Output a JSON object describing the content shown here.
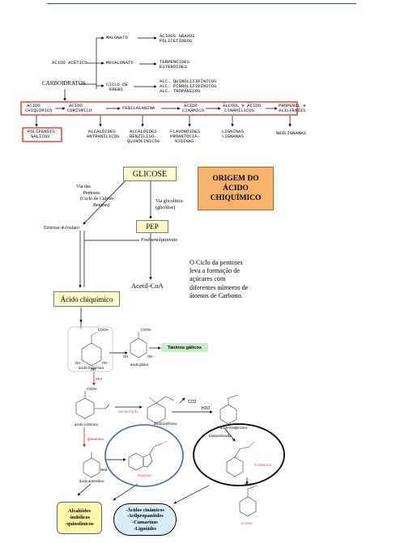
{
  "colors": {
    "top_rule": "#2c4a8c",
    "red_box": "#e8392c",
    "green_box_fill": "#c8ecc8",
    "yellow_box_fill": "#fff9a8",
    "blue_box_fill": "#d9edf9",
    "orange_box_fill": "#f6b26b",
    "glucose_box_fill": "#ffffcc",
    "circle_blue": "#4466aa",
    "circle_black": "#000000",
    "pink_label": "#e0508a",
    "arrow_red": "#cc2222"
  },
  "top_scheme": {
    "acido_acetico": "ÁCIDO ACÉTICO",
    "carboidratos": "CARBOIDRATOS",
    "malonato": "MALONATO",
    "mevalonato": "MEVALONATO",
    "ciclo_krebs_1": "CICLO DE",
    "ciclo_krebs_2": "KREBS",
    "acidos_graxos_1": "ÁCIDOS GRAXOS",
    "acidos_graxos_2": "POLICETÍDEOS",
    "terpenoides_1": "TERPENÓIDES",
    "terpenoides_2": "ESTERÓIDES",
    "alc_1": "ALC. QUINOLIZIDÍNICOS",
    "alc_2": "ALC. PIRROLIZIDÍNICOS",
    "alc_3": "ALC. TROPÂNICOS",
    "chain": {
      "chiquimico_1": "ÁCIDO",
      "chiquimico_2": "CHIQUÍMICO",
      "corismico_1": "ÁCIDO",
      "corismico_2": "CORÍSMICO",
      "fenilalanina": "FENILALANINA",
      "cinamico_1": "ÁCIDO",
      "cinamico_2": "CINÂMICO",
      "alcool_1": "ÁLCOOL e ÁCIDO",
      "alcool_2": "CINÂMÍLICOS",
      "propenil_1": "PROPENIL e",
      "propenil_2": "ALILFENÓIS"
    },
    "products": {
      "polifenois_1": "POLIFENÓIS",
      "polifenois_2": "GÁLICOS",
      "antranilicos_1": "ALCALÓIDES",
      "antranilicos_2": "ANTRANÍLICOS",
      "benzil_1": "ALCALÓIDES",
      "benzil_2": "BENZILISO-",
      "benzil_3": "QUINOLÍNICOS",
      "flav_1": "FLAVONÓIDES",
      "flav_2": "PROANTOCIA-",
      "flav_3": "NIDINAS",
      "lign_1": "LIGNINAS",
      "lign_2": "LIGNANAS",
      "neolignanas": "NEOLIGNANAS"
    }
  },
  "middle_scheme": {
    "glicose": "GLICOSE",
    "origem_1": "ORIGEM DO",
    "origem_2": "ÁCIDO",
    "origem_3": "CHIQUÍMICO",
    "via_pentoses_1": "Via das",
    "via_pentoses_2": "Pentoses",
    "via_pentoses_3": "(Ciclo de Calvin-",
    "via_pentoses_4": "Benson)",
    "via_glicolitica_1": "Via glicolítica",
    "via_glicolitica_2": "(glicólise)",
    "pep": "PEP",
    "eritrose": "Eritrose-4-fosfato",
    "fosfoenol": "Fosfoenolpiruvato",
    "acetil": "Acetil-CoA",
    "acido_chiquimico": "Ácido chiquímico",
    "note_1": "O Ciclo da pentoses",
    "note_2": "leva a formação de",
    "note_3": "açúcares com",
    "note_4": "diferentes números de",
    "note_5": "átomos de Carbono."
  },
  "bottom_scheme": {
    "acido_chiquimico": "ácido chiquímico",
    "acido_galico": "ácido gálico",
    "taninos": "Taninos gálicos",
    "pep": "PEP",
    "acido_corismico": "ácido corísmico",
    "isomerizacao": "isomerização",
    "acido_prefenico": "ácido prefênico",
    "co2": "CO2",
    "h2o": "H2O",
    "acido_fenilpiruvico": "ácido fenilpirúvico",
    "glutamina": "glutamina",
    "acido_antranilico": "ácido antranílico",
    "triptofano": "triptofano",
    "transaminacao": "transaminação",
    "fenilalanina": "fenilalanina",
    "tirosina": "tirosina",
    "alcaloides_1": "Alcalóides",
    "alcaloides_2": "-indólicos",
    "alcaloides_3": "-quinolínicos",
    "acidos_1": "-Ácidos cinâmicos",
    "acidos_2": "-Arilpropanóides",
    "acidos_3": "-Cumarinas",
    "acidos_4": "-Lignóides",
    "oh": "OH",
    "cooh": "COOH",
    "nh2": "NH2"
  }
}
